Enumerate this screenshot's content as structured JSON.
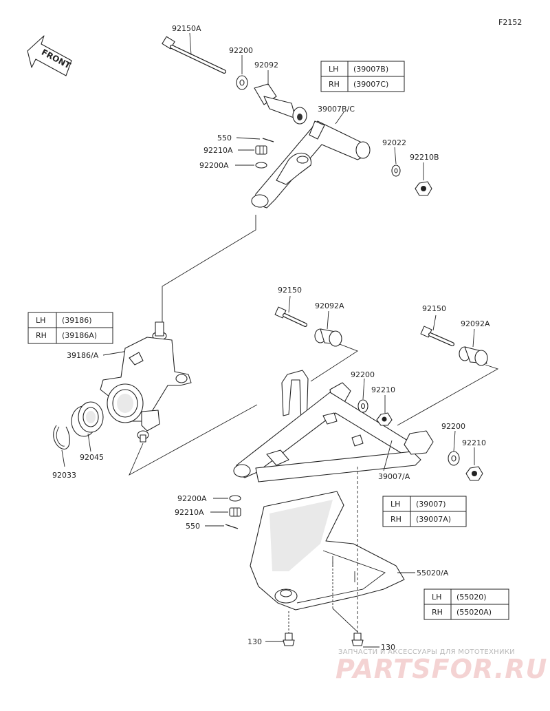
{
  "figure_id": "F2152",
  "front_label": "FRONT",
  "labels": {
    "p92150A": "92150A",
    "p92200_top": "92200",
    "p92092": "92092",
    "p39007BC": "39007B/C",
    "p550_top": "550",
    "p92210A_top": "92210A",
    "p92200A_top": "92200A",
    "p92022": "92022",
    "p92210B": "92210B",
    "p92150_l": "92150",
    "p92092A_l": "92092A",
    "p92150_r": "92150",
    "p92092A_r": "92092A",
    "p39186A": "39186/A",
    "p92200_mid": "92200",
    "p92210_mid": "92210",
    "p92200_r": "92200",
    "p92210_r": "92210",
    "p39007A": "39007/A",
    "p92045": "92045",
    "p92033": "92033",
    "p92200A_bot": "92200A",
    "p92210A_bot": "92210A",
    "p550_bot": "550",
    "p55020A": "55020/A",
    "p130_l": "130",
    "p130_r": "130"
  },
  "tables": {
    "t39007BC": {
      "rows": [
        {
          "side": "LH",
          "part": "(39007B)"
        },
        {
          "side": "RH",
          "part": "(39007C)"
        }
      ]
    },
    "t39186": {
      "rows": [
        {
          "side": "LH",
          "part": "(39186)"
        },
        {
          "side": "RH",
          "part": "(39186A)"
        }
      ]
    },
    "t39007": {
      "rows": [
        {
          "side": "LH",
          "part": "(39007)"
        },
        {
          "side": "RH",
          "part": "(39007A)"
        }
      ]
    },
    "t55020": {
      "rows": [
        {
          "side": "LH",
          "part": "(55020)"
        },
        {
          "side": "RH",
          "part": "(55020A)"
        }
      ]
    }
  },
  "watermark": {
    "caption": "ЗАПЧАСТИ И АКСЕССУАРЫ ДЛЯ МОТОТЕХНИКИ",
    "brand": "PARTSFOR.RU"
  }
}
